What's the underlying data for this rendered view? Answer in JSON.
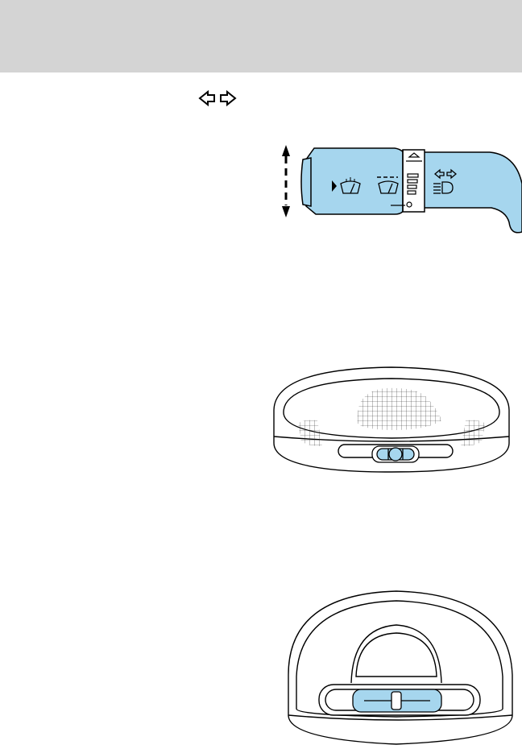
{
  "header": {
    "band_color": "#d4d4d4"
  },
  "text_icons": [
    "left-turn-arrow-icon",
    "right-turn-arrow-icon"
  ],
  "figures": [
    {
      "name": "multifunction-lever",
      "accent_color": "#a6d6ee",
      "icons": [
        "up-down-arrow-icon",
        "wiper-icon",
        "washer-wiper-icon",
        "intermittent-speed-scale-icon",
        "turn-signal-icon",
        "high-beam-icon"
      ]
    },
    {
      "name": "front-dome-lamp",
      "accent_color": "#a6d6ee",
      "icons": [
        "dome-lamp-switch-icon"
      ]
    },
    {
      "name": "cargo-lamp",
      "accent_color": "#a6d6ee",
      "icons": [
        "cargo-lamp-switch-icon"
      ]
    }
  ]
}
